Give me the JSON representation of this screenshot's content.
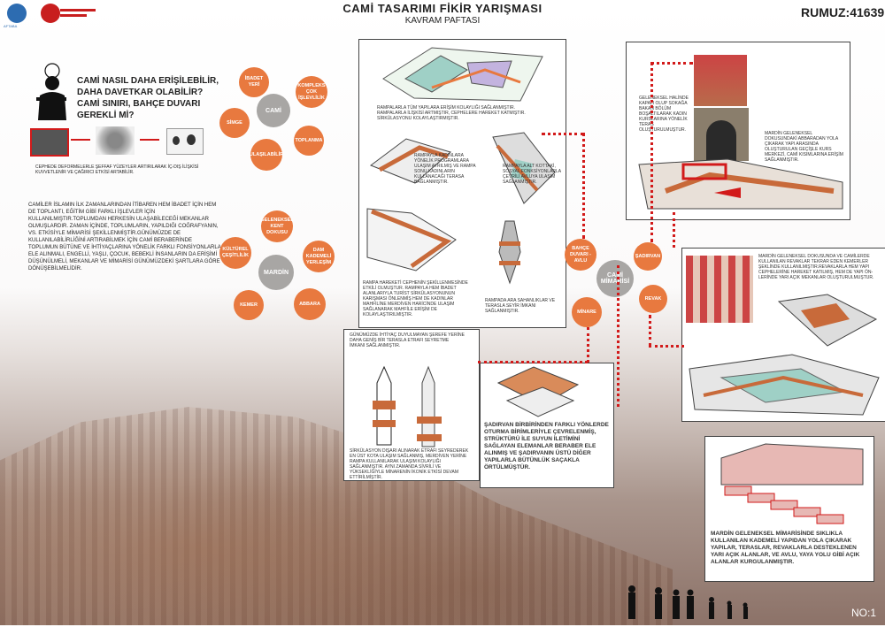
{
  "header": {
    "title": "CAMİ TASARIMI FİKİR YARIŞMASI",
    "subtitle": "KAVRAM PAFTASI",
    "rumuz": "RUMUZ:41639",
    "page_no": "NO:1",
    "logo_left_text": "AFTABA"
  },
  "question": {
    "line1": "CAMİ NASIL DAHA ERİŞİLEBİLİR,",
    "line2": "DAHA DAVETKAR OLABİLİR?",
    "line3": "CAMİ SINIRI, BAHÇE DUVARI",
    "line4": "GEREKLİ Mİ?"
  },
  "facade_note": "CEPHEDE DEFORMELERLE ŞEFFAF YÜZEYLER ARTIRILARAK İÇ-DIŞ İLİŞKİSİ KUVVETLENİR VE ÇAĞIRICI ETKİSİ ARTABİLİR.",
  "intro_text": "CAMİLER İSLAMIN İLK ZAMANLARINDAN İTİBAREN HEM İBADET İÇİN HEM DE TOPLANTI, EĞİTİM GİBİ FARKLI İŞLEVLER İÇİN KULLANILMIŞTIR.TOPLUMDAN HERKESİN ULAŞABİLECEĞİ MEKANLAR OLMUŞLARDIR. ZAMAN İÇİNDE, TOPLUMLARIN, YAPILDIĞI COĞRAFYANIN, VS. ETKİSİYLE MİMARİSİ ŞEKİLLENMİŞTİR.GÜNÜMÜZDE DE KULLANILABİLİRLİĞİNİ ARTIRABİLMEK İÇİN CAMİ BERABERİNDE TOPLUMUN BÜTÜNE VE İHTİYAÇLARINA YÖNELİK FARKLI FONSİYONLARLA ELE ALINMALI, ENGELLİ, YAŞLI, ÇOCUK, BEBEKLİ İNSANLARIN DA ERİŞİMİ DÜŞÜNÜLMELİ, MEKANLAR VE MİMARİSİ GÜNÜMÜZDEKİ ŞARTLARA GÖRE DÖNÜŞEBİLMELİDİR.",
  "cami_diagram": {
    "center": "CAMİ",
    "nodes": [
      "İBADET YERİ",
      "KOMPLEKS ÇOK İŞLEVLİLİK",
      "TOPLANMA",
      "ULAŞILABİLİR",
      "SİMGE"
    ]
  },
  "mardin_diagram": {
    "center": "MARDİN",
    "nodes": [
      "GELENEKSEL KENT DOKUSU",
      "DAM KADEMELİ YERLEŞİM",
      "ABBARA",
      "KEMER",
      "KÜLTÜREL ÇEŞİTLİLİK"
    ]
  },
  "mimari_diagram": {
    "center": "CAMİ MİMARİSİ",
    "nodes": [
      "BAHÇE DUVARI -AVLU",
      "ŞADIRVAN",
      "REVAK",
      "MİNARE"
    ]
  },
  "captions": {
    "ramp_top": "RAMPALARLA TÜM YAPILARA ERİŞİM KOLAYLIĞI SAĞLANMIŞTIR. RAMPALARLA İLİŞKİSİ ARTMIŞTIR, CEPHELERE HAREKET KATMIŞTIR. SİRKÜLASYONU KOLAYLAŞTIRMIŞTIR.",
    "ramp_women": "RAMPAYLA KADINLARA YÖNELİK PROGRAMLARA ULAŞIM AYRILMIŞ VE RAMPA SONU KADINLARIN KULLANACAĞI TERASA BAĞLANMIŞTIR.",
    "ramp_social": "RAMPAYLA ALT KOTTAKİ, SOSYAL FONKSİYONLARLA ÇEVRİLİ AVLUYA ULAŞIM SAĞLANMIŞTIR.",
    "ramp_facade": "RAMPA HAREKETİ CEPHENİN ŞEKİLLENMESİNDE ETKİLİ OLMUŞTUR. RAMPAYLA HEM İBADET ALANLARIYLA TURİST SİRKÜLASYONUNUN KARIŞMASI ÖNLENMİŞ HEM DE KADINLAR MAHFİLİNE MERDİVEN HARİCİNDE ULAŞIM SAĞLANARAK MAHFİLE ERİŞİM DE KOLAYLAŞTIRILMIŞTIR.",
    "ramp_platforms": "RAMPADA ARA SAHANLIKLAR VE TERASLA SEYİR İMKANI SAĞLANMIŞTIR.",
    "minaret_top": "GÜNÜMÜZDE İHTİYAÇ DUYULMAYAN ŞEREFE YERİNE DAHA GENİŞ BİR TERASLA ETRAFI SEYRETME İMKANI SAĞLANMIŞTIR.",
    "minaret_bottom": "SİRKÜLASYON DIŞARI ALINARAK ETRAFI SEYREDEREK EN ÜST KOTA ULAŞIM SAĞLANMIŞ, MERDİVEN YERİNE RAMPA KULLANILARAK ULAŞIM KOLAYLIĞI SAĞLANMIŞTIR. AYNI ZAMANDA SİVRİLİ VE YÜKSEKLİĞİYLE MİNARENİN İKONİK ETKİSİ DEVAM ETTİRİLMİŞTİR.",
    "sadirvan": "ŞADIRVAN BİRBİRİNDEN FARKLI YÖNLERDE OTURMA BİRİMLERİYLE ÇEVRELENMİŞ, STRÜKTÜRÜ İLE SUYUN İLETİMİNİ SAĞLAYAN ELEMANLAR BERABER ELE ALINMIŞ VE ŞADIRVANIN ÜSTÜ DİĞER YAPILARLA BÜTÜNLÜK SAÇAKLA ÖRTÜLMÜŞTÜR.",
    "abbara_left": "GELENEKSEL HALİNDE KAPALI OLUP SOKAĞA BAKAN BÖLÜM BOŞALTILARAK KADIN KURSLARINA YÖNELİK TERAS OLUŞTURULMUŞTUR.",
    "abbara_right": "MARDİN GELENEKSEL DOKUSUNDAKİ ABBARADAN YOLA ÇIKARAK YAPI ARASINDA OLUŞTURULAN GEÇİŞLE KURS MERKEZİ, CAMİ KISIMLARINA ERİŞİM SAĞLANMIŞTIR.",
    "revak": "MARDİN GELENEKSEL DOKUSUNDA VE CAMİLERDE KULLANILAN REVAKLAR TEKRAR EDEN KEMERLER ŞEKLİNDE KULLANILMIŞTIR.REVAKLARLA HEM YAPI CEPHELERİNE HAREKET KATILMIŞ, HEM DE YAPI ÖN-LERİNDE YARI AÇIK MEKANLAR OLUŞTURULMUŞTUR.",
    "kademeli": "MARDİN GELENEKSEL MİMARİSİNDE SIKLIKLA KULLANILAN KADEMELİ YAPIDAN YOLA ÇIKARAK YAPILAR, TERASLAR, REVAKLARLA DESTEKLENEN YARI AÇIK ALANLAR, VE AVLU, YAYA YOLU GİBİ AÇIK ALANLAR KURGULANMIŞTIR."
  },
  "colors": {
    "accent": "#e8793f",
    "dotted": "#d21a1a",
    "center_gray": "#a8a6a4"
  }
}
